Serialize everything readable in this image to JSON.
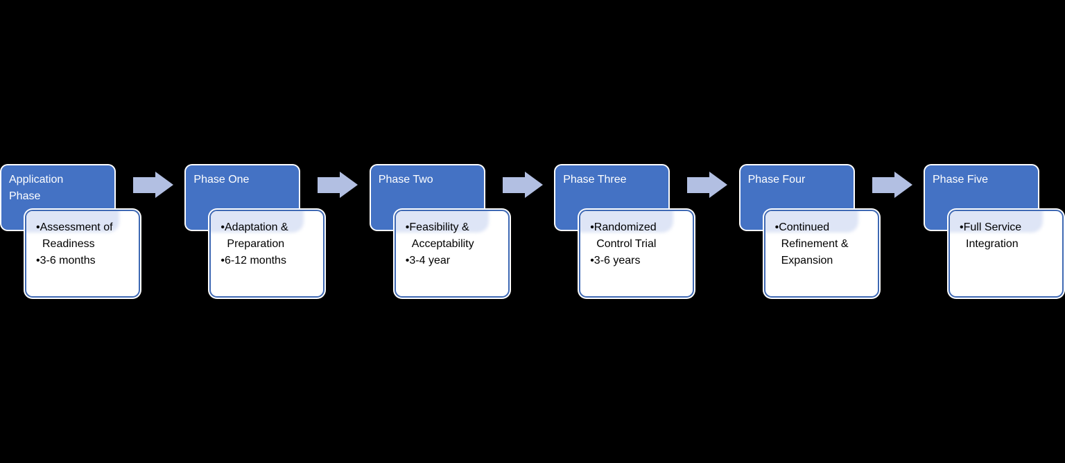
{
  "diagram": {
    "bullet_char": "•",
    "phases": [
      {
        "title": "Application Phase",
        "bullets": [
          "Assessment of Readiness",
          "3-6 months"
        ]
      },
      {
        "title": "Phase One",
        "bullets": [
          "Adaptation & Preparation",
          "6-12 months"
        ]
      },
      {
        "title": "Phase Two",
        "bullets": [
          "Feasibility & Acceptability",
          "3-4 year"
        ]
      },
      {
        "title": "Phase Three",
        "bullets": [
          "Randomized Control Trial",
          "3-6 years"
        ]
      },
      {
        "title": "Phase Four",
        "bullets": [
          "Continued Refinement & Expansion"
        ]
      },
      {
        "title": "Phase Five",
        "bullets": [
          "Full Service Integration"
        ]
      }
    ],
    "colors": {
      "background": "#000000",
      "header_fill": "#4472C4",
      "header_outline": "#FFFFFF",
      "title_text": "#FFFFFF",
      "card_fill": "#FFFFFF",
      "card_border": "#3E68B3",
      "card_outline": "#FFFFFF",
      "card_tint": "#DEE5F6",
      "arrow_fill": "#B2BFE2",
      "bullet_text": "#000000"
    }
  }
}
